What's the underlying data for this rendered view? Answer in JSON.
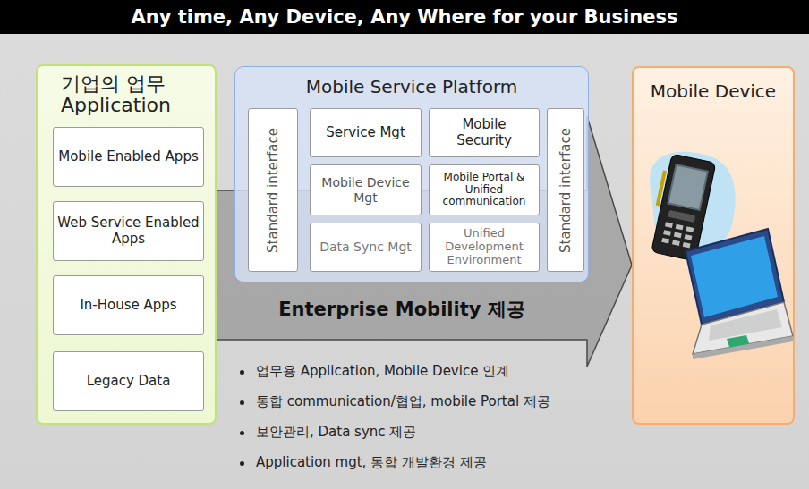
{
  "diagram": {
    "title": "Any time, Any Device, Any Where for your Business",
    "nodes": [
      {
        "text": [
          "기업의 업무 Application"
        ]
      },
      {
        "text": [
          "Mobile Enabled Apps"
        ],
        "in": 0
      },
      {
        "text": [
          "Web Service Enabled Apps"
        ],
        "in": 0
      },
      {
        "text": [
          "In-House Apps"
        ],
        "in": 0
      },
      {
        "text": [
          "Legacy Data"
        ],
        "in": 0
      },
      {
        "text": [
          "Mobile Service Platform"
        ]
      },
      {
        "text": [
          "Standard interface"
        ],
        "in": 5
      },
      {
        "text": [
          "Service Mgt"
        ],
        "in": 5
      },
      {
        "text": [
          "Mobile Security"
        ],
        "in": 5
      },
      {
        "text": [
          "Mobile Device Mgt"
        ],
        "in": 5
      },
      {
        "text": [
          "Mobile Portal & Unified communication"
        ],
        "in": 5
      },
      {
        "text": [
          "Data Sync Mgt"
        ],
        "in": 5
      },
      {
        "text": [
          "Unified Development Environment"
        ],
        "in": 5
      },
      {
        "text": [
          "Standard interface"
        ],
        "in": 5
      },
      {
        "text": [
          "Mobile Device"
        ]
      }
    ],
    "edges": [
      {
        "from": 0,
        "to": 14,
        "arrow": "to",
        "label": "Enterprise Mobility 제공"
      }
    ],
    "labels": [
      "업무용 Application, Mobile Device 인계",
      "통합 communication/협업, mobile Portal 제공",
      "보안관리, Data sync 제공",
      "Application mgt, 통합 개발환경 제공"
    ]
  }
}
